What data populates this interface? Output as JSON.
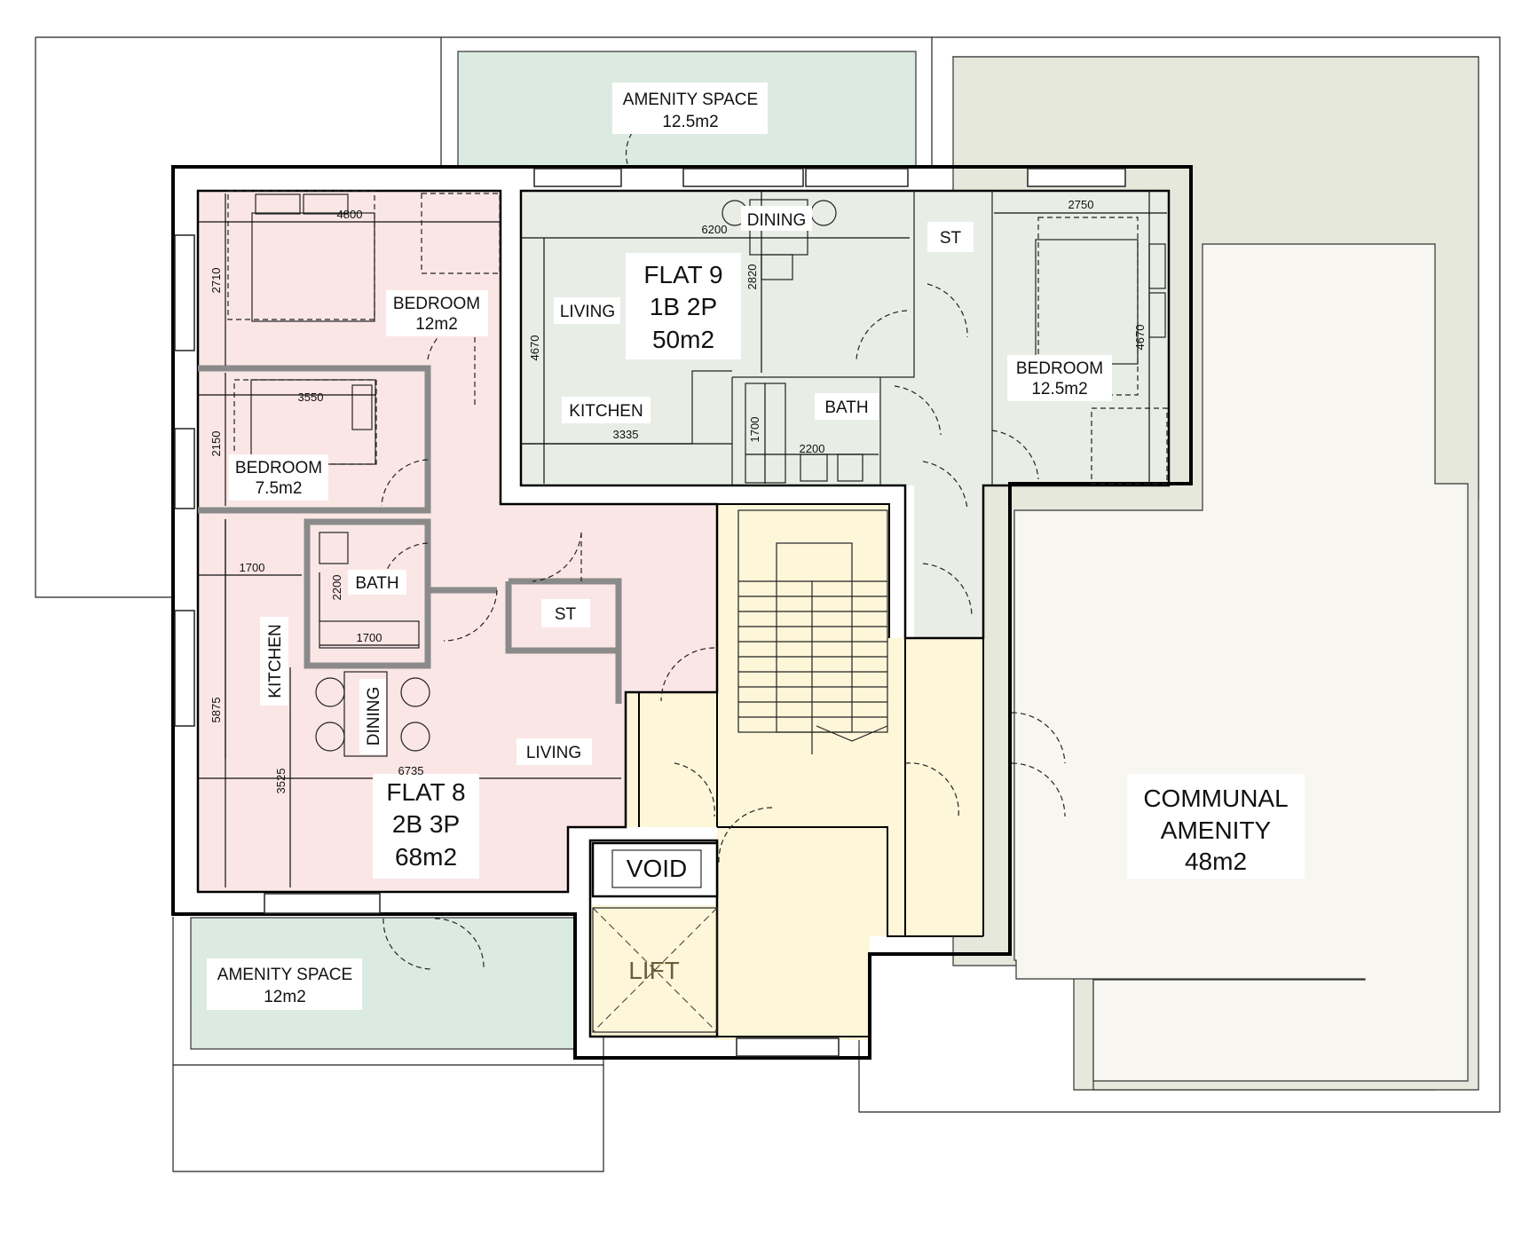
{
  "amenity_top": {
    "name": "AMENITY SPACE",
    "area": "12.5m2"
  },
  "amenity_bottom": {
    "name": "AMENITY SPACE",
    "area": "12m2"
  },
  "communal": {
    "line1": "COMMUNAL",
    "line2": "AMENITY",
    "area": "48m2"
  },
  "flat9": {
    "name": "FLAT 9",
    "type": "1B 2P",
    "area": "50m2",
    "dining": "DINING",
    "living": "LIVING",
    "kitchen": "KITCHEN",
    "st": "ST",
    "bath": "BATH",
    "bedroom": "BEDROOM",
    "bedroom_area": "12.5m2",
    "dims": {
      "living_width": "6200",
      "living_depth": "2820",
      "flat_depth": "4670",
      "kitchen_width": "3335",
      "bath_width": "2200",
      "bath_depth": "1700",
      "bedroom_width": "2750",
      "bedroom_depth": "4670"
    }
  },
  "flat8": {
    "name": "FLAT 8",
    "type": "2B 3P",
    "area": "68m2",
    "bedroom1": "BEDROOM",
    "bedroom1_area": "12m2",
    "bedroom2": "BEDROOM",
    "bedroom2_area": "7.5m2",
    "bath": "BATH",
    "st": "ST",
    "kitchen": "KITCHEN",
    "dining": "DINING",
    "living": "LIVING",
    "dims": {
      "bed1_width": "4800",
      "bed1_depth": "2710",
      "bed2_width": "3550",
      "bed2_depth": "2150",
      "kitchen_width": "1700",
      "bath_width": "1700",
      "bath_depth": "2200",
      "living_depth": "5875",
      "living_width": "6735",
      "dining_depth": "3525"
    }
  },
  "void": "VOID",
  "lift": "LIFT",
  "colors": {
    "flat8": "#fbe6e6",
    "flat9": "#e8ede6",
    "core": "#fdf6d8",
    "amenity": "#dcebe1",
    "communal": "#f7f6f1",
    "terrace": "#e6e8dc"
  }
}
